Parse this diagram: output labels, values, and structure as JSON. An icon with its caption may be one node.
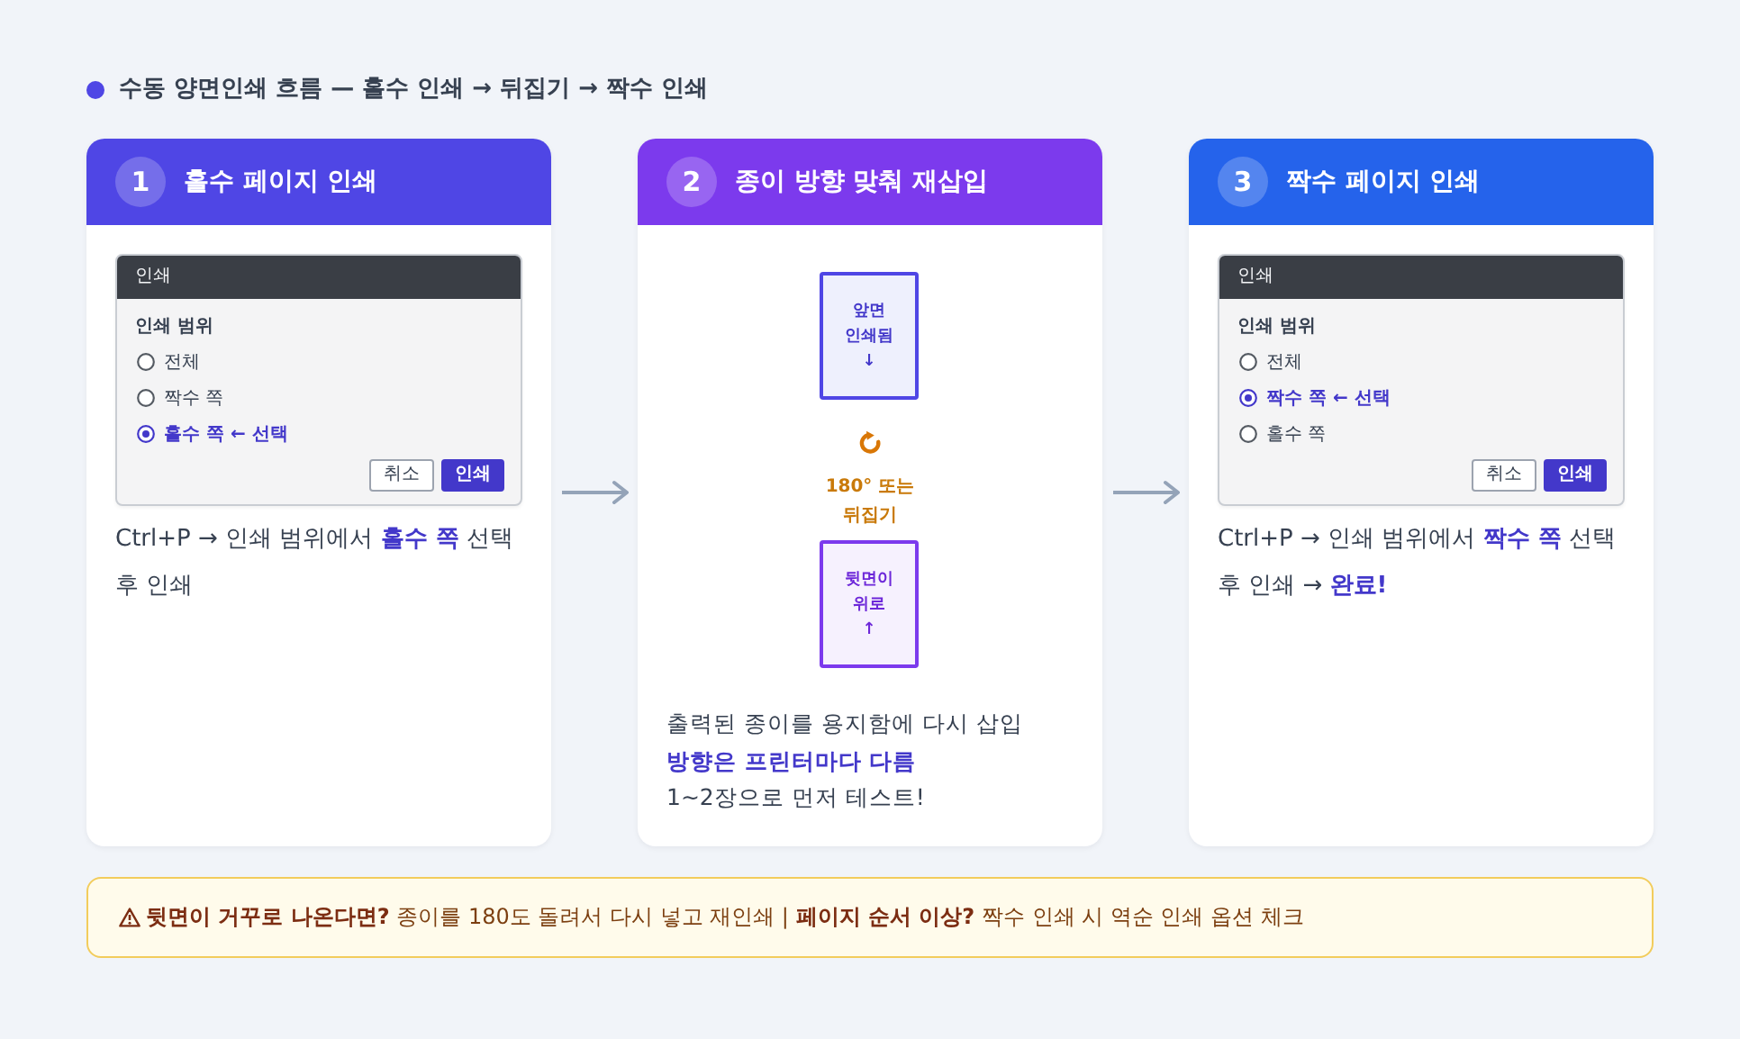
{
  "diagram": {
    "title": "수동 양면인쇄 흐름 — 홀수 인쇄 → 뒤집기 → 짝수 인쇄",
    "nodes": [
      {
        "text": [
          "1",
          "홀수 페이지 인쇄",
          "Ctrl+P → 인쇄 범위에서 **홀수 쪽** 선택 후 인쇄"
        ]
      },
      {
        "text": [
          "인쇄",
          "인쇄 범위",
          "전체",
          "짝수 쪽",
          "홀수 쪽 ← 선택"
        ],
        "in": 0
      },
      {
        "text": [
          "취소"
        ],
        "in": 1
      },
      {
        "text": [
          "인쇄"
        ],
        "in": 1
      },
      {
        "text": [
          "2",
          "종이 방향 맞춰 재삽입",
          "출력된 종이를 용지함에 다시 삽입",
          "방향은 프린터마다 다름",
          "1~2장으로 먼저 테스트!"
        ]
      },
      {
        "text": [
          "앞면 인쇄됨 ↓"
        ],
        "in": 4
      },
      {
        "text": [
          "뒷면이 위로 ↑"
        ],
        "in": 4
      },
      {
        "text": [
          "3",
          "짝수 페이지 인쇄",
          "Ctrl+P → 인쇄 범위에서 **짝수 쪽** 선택 후 인쇄 → **완료!**"
        ]
      },
      {
        "text": [
          "인쇄",
          "인쇄 범위",
          "전체",
          "짝수 쪽 ← 선택",
          "홀수 쪽"
        ],
        "in": 7
      },
      {
        "text": [
          "취소"
        ],
        "in": 8
      },
      {
        "text": [
          "인쇄"
        ],
        "in": 8
      },
      {
        "text": [
          "**뒷면이 거꾸로 나온다면?** 종이를 180도 돌려서 다시 넣고 재인쇄 | **페이지 순서 이상?** 짝수 인쇄 시 역순 인쇄 옵션 체크"
        ]
      }
    ],
    "edges": [
      {
        "from": 0,
        "to": 4,
        "arrow": "to"
      },
      {
        "from": 4,
        "to": 7,
        "arrow": "to"
      }
    ],
    "labels": [
      "180° 또는 뒤집기"
    ]
  }
}
